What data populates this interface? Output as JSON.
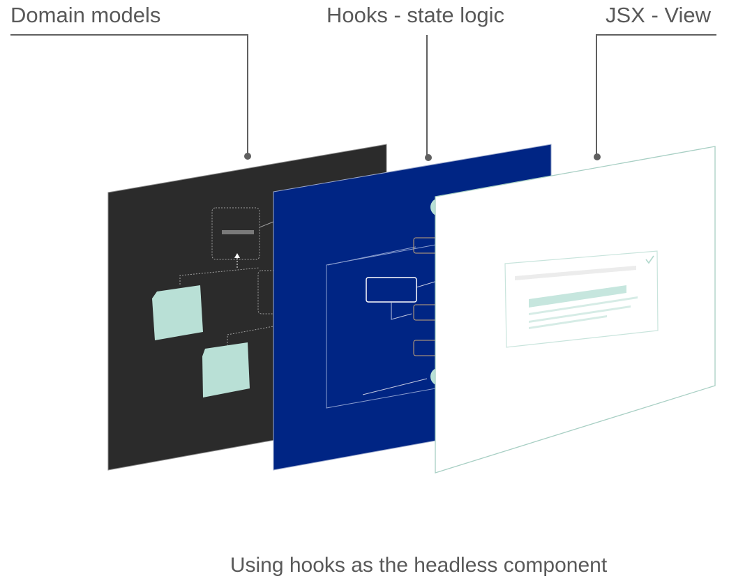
{
  "layers": [
    {
      "label": "Domain models",
      "color": "#2b2b2b"
    },
    {
      "label": "Hooks - state logic",
      "color": "#002584"
    },
    {
      "label": "JSX - View",
      "color": "#ffffff"
    }
  ],
  "accent": "#b9e0d6",
  "caption": "Using hooks as the headless component"
}
